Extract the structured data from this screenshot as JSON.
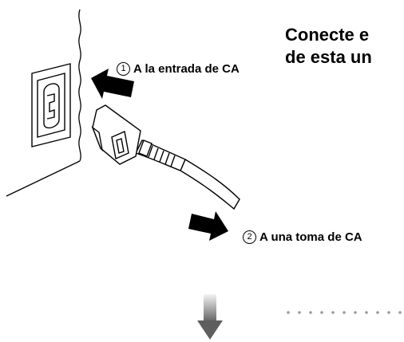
{
  "heading": {
    "line1": "Conecte e",
    "line2": "de esta un"
  },
  "steps": [
    {
      "number": "1",
      "label": "A la entrada de CA"
    },
    {
      "number": "2",
      "label": "A una toma de CA"
    }
  ],
  "icons": {
    "arrow_to_inlet": "arrow-left-up-icon",
    "arrow_to_outlet": "arrow-right-down-icon",
    "flow": "arrow-down-gradient-icon"
  },
  "colors": {
    "ink": "#000000",
    "cable_fill": "#ffffff",
    "arrow_gradient_top": "#f2f2f2",
    "arrow_gradient_bottom": "#6a6a6a",
    "dots": "#9a9a9a"
  }
}
